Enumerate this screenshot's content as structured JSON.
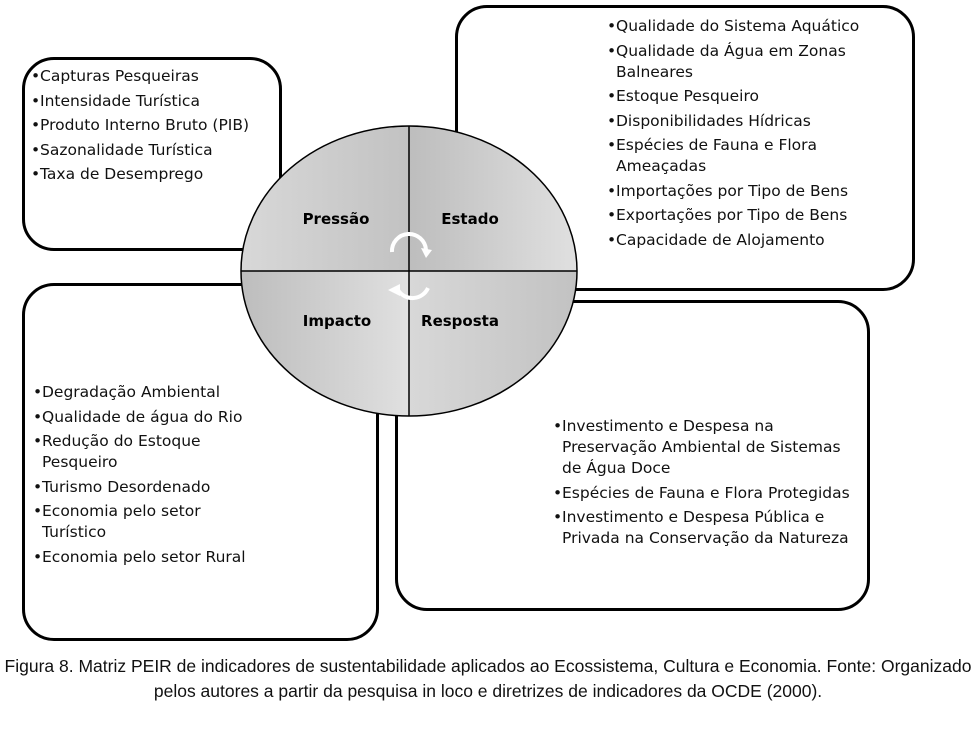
{
  "quadrants": {
    "pressao": {
      "label": "Pressão",
      "items": [
        "Capturas Pesqueiras",
        "Intensidade Turística",
        "Produto Interno Bruto (PIB)",
        "Sazonalidade Turística",
        "Taxa de Desemprego"
      ]
    },
    "estado": {
      "label": "Estado",
      "items": [
        "Qualidade do Sistema Aquático",
        "Qualidade da Água em Zonas Balneares",
        "Estoque Pesqueiro",
        "Disponibilidades Hídricas",
        "Espécies de Fauna e Flora Ameaçadas",
        "Importações por Tipo de Bens",
        "Exportações por Tipo de Bens",
        "Capacidade de Alojamento"
      ]
    },
    "impacto": {
      "label": "Impacto",
      "items": [
        "Degradação Ambiental",
        "Qualidade de água do Rio",
        "Redução do Estoque Pesqueiro",
        "Turismo Desordenado",
        "Economia pelo setor Turístico",
        "Economia pelo setor Rural"
      ]
    },
    "resposta": {
      "label": "Resposta",
      "items": [
        "Investimento e Despesa na Preservação Ambiental de Sistemas de Água Doce",
        "Espécies de Fauna e Flora Protegidas",
        "Investimento e Despesa Pública e Privada na Conservação da Natureza"
      ]
    }
  },
  "caption": "Figura 8. Matriz PEIR de indicadores de sustentabilidade aplicados ao Ecossistema, Cultura e Economia. Fonte: Organizado pelos autores a partir da pesquisa in loco e diretrizes de indicadores da OCDE (2000).",
  "colors": {
    "quadrant_fill": "#c8c8c8",
    "border": "#000000"
  }
}
